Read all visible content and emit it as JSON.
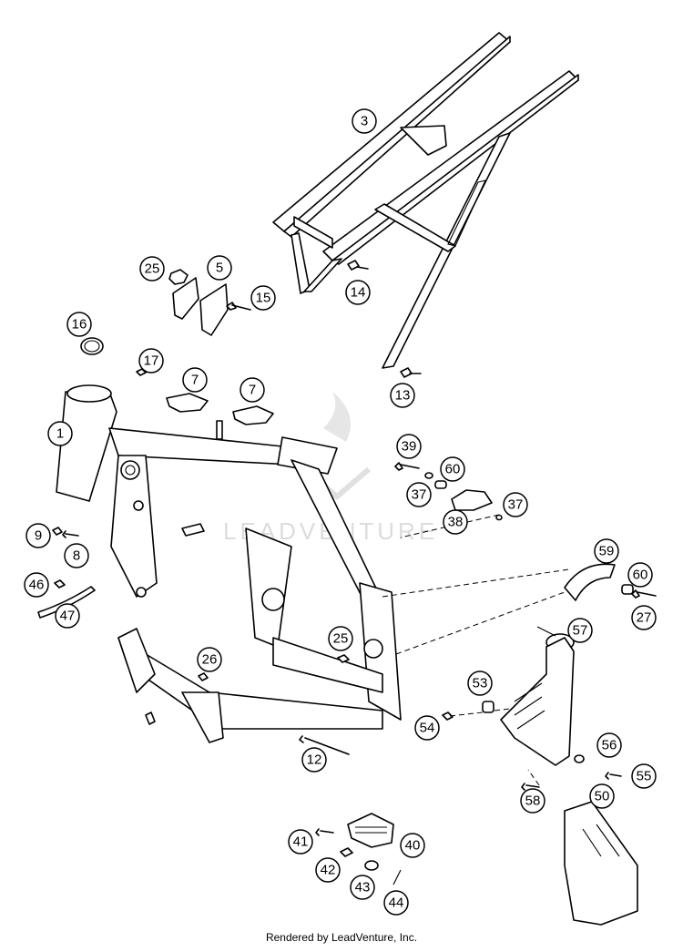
{
  "diagram": {
    "footer": "Rendered by LeadVenture, Inc.",
    "watermark": "LEADVENTURE",
    "callouts": [
      {
        "id": "1",
        "label": "1"
      },
      {
        "id": "3",
        "label": "3"
      },
      {
        "id": "5",
        "label": "5"
      },
      {
        "id": "7a",
        "label": "7"
      },
      {
        "id": "7b",
        "label": "7"
      },
      {
        "id": "8",
        "label": "8"
      },
      {
        "id": "9",
        "label": "9"
      },
      {
        "id": "12",
        "label": "12"
      },
      {
        "id": "13",
        "label": "13"
      },
      {
        "id": "14",
        "label": "14"
      },
      {
        "id": "15",
        "label": "15"
      },
      {
        "id": "16",
        "label": "16"
      },
      {
        "id": "17",
        "label": "17"
      },
      {
        "id": "25a",
        "label": "25"
      },
      {
        "id": "25b",
        "label": "25"
      },
      {
        "id": "26",
        "label": "26"
      },
      {
        "id": "27",
        "label": "27"
      },
      {
        "id": "37a",
        "label": "37"
      },
      {
        "id": "37b",
        "label": "37"
      },
      {
        "id": "38",
        "label": "38"
      },
      {
        "id": "39",
        "label": "39"
      },
      {
        "id": "40",
        "label": "40"
      },
      {
        "id": "41",
        "label": "41"
      },
      {
        "id": "42",
        "label": "42"
      },
      {
        "id": "43",
        "label": "43"
      },
      {
        "id": "44",
        "label": "44"
      },
      {
        "id": "46",
        "label": "46"
      },
      {
        "id": "47",
        "label": "47"
      },
      {
        "id": "50",
        "label": "50"
      },
      {
        "id": "53",
        "label": "53"
      },
      {
        "id": "54",
        "label": "54"
      },
      {
        "id": "55",
        "label": "55"
      },
      {
        "id": "56",
        "label": "56"
      },
      {
        "id": "57",
        "label": "57"
      },
      {
        "id": "58",
        "label": "58"
      },
      {
        "id": "59",
        "label": "59"
      },
      {
        "id": "60a",
        "label": "60"
      },
      {
        "id": "60b",
        "label": "60"
      }
    ]
  }
}
